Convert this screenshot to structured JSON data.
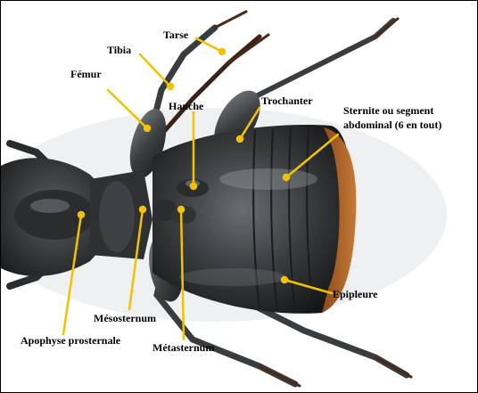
{
  "figure": {
    "subject": "Face ventrale d'un coléoptère (scarabée)",
    "accent_color": "#f2c200",
    "labels": {
      "tarse": "Tarse",
      "tibia": "Tibia",
      "femur": "Fémur",
      "hanche": "Hanche",
      "trochanter": "Trochanter",
      "sternite": "Sternite ou segment abdominal (6 en tout)",
      "epipleure": "Epipleure",
      "mesosternum": "Mésosternum",
      "apophyse": "Apophyse prosternale",
      "metasternum": "Métasternum"
    }
  }
}
